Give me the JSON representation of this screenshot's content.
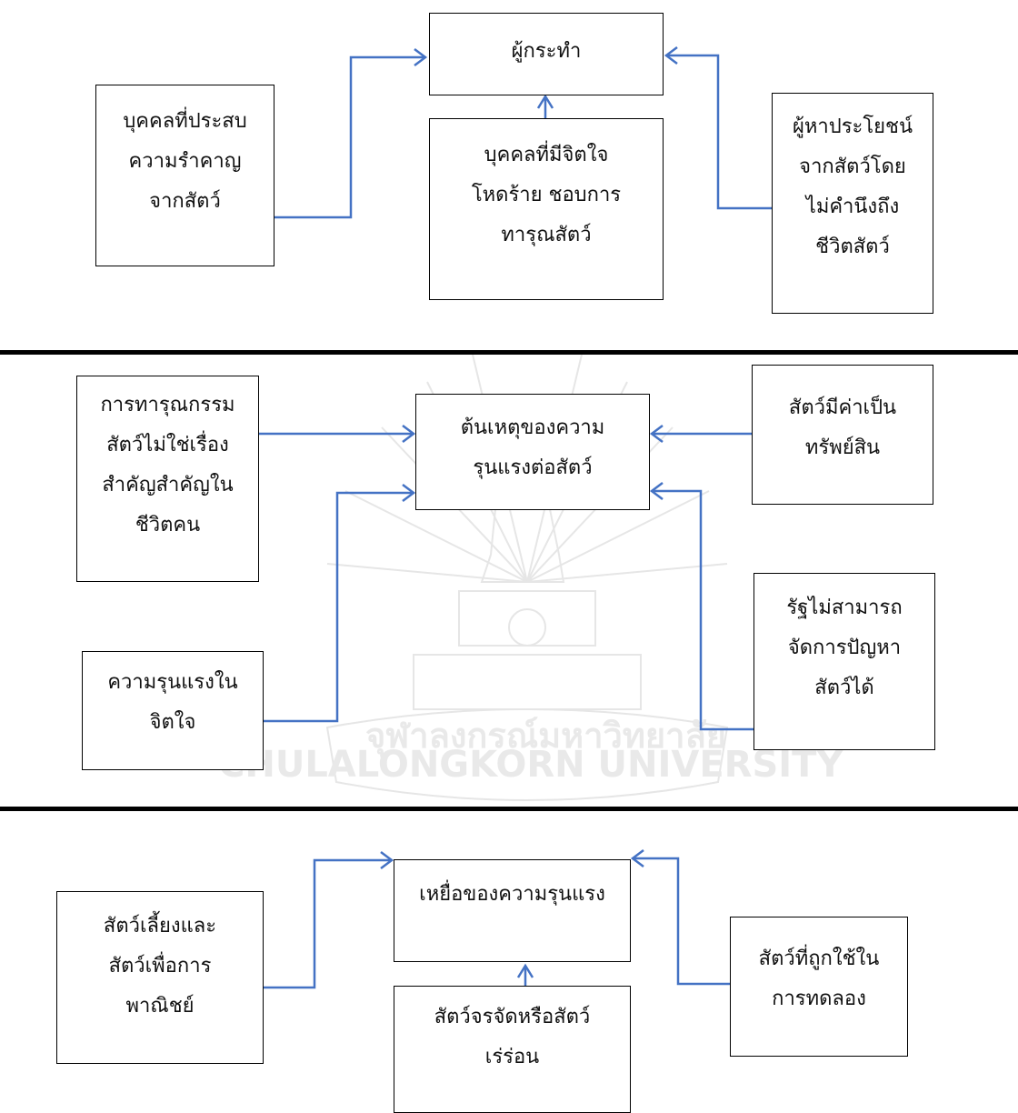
{
  "colors": {
    "connector": "#4472C4",
    "border": "#000000",
    "watermark": "#e6e6e6"
  },
  "watermark": {
    "icon": "university-crest-icon",
    "thai_name": "จุฬาลงกรณ์มหาวิทยาลัย",
    "english_name": "CHULALONGKORN UNIVERSITY"
  },
  "section1": {
    "center": [
      "ผู้กระทำ"
    ],
    "left": [
      "บุคคลที่ประสบ",
      "ความรำคาญ",
      "จากสัตว์"
    ],
    "bottom": [
      "บุคคลที่มีจิตใจ",
      "โหดร้าย ชอบการ",
      "ทารุณสัตว์"
    ],
    "right": [
      "ผู้หาประโยชน์",
      "จากสัตว์โดย",
      "ไม่คำนึงถึง",
      "ชีวิตสัตว์"
    ]
  },
  "section2": {
    "center": [
      "ต้นเหตุของความ",
      "รุนแรงต่อสัตว์"
    ],
    "left_top": [
      "การทารุณกรรม",
      "สัตว์ไม่ใช่เรื่อง",
      "สำคัญสำคัญใน",
      "ชีวิตคน"
    ],
    "left_bottom": [
      "ความรุนแรงใน",
      "จิตใจ"
    ],
    "right_top": [
      "สัตว์มีค่าเป็น",
      "ทรัพย์สิน"
    ],
    "right_bottom": [
      "รัฐไม่สามารถ",
      "จัดการปัญหา",
      "สัตว์ได้"
    ]
  },
  "section3": {
    "center": [
      "เหยื่อของความรุนแรง"
    ],
    "left": [
      "สัตว์เลี้ยงและ",
      "สัตว์เพื่อการ",
      "พาณิชย์"
    ],
    "bottom": [
      "สัตว์จรจัดหรือสัตว์",
      "เร่ร่อน"
    ],
    "right": [
      "สัตว์ที่ถูกใช้ใน",
      "การทดลอง"
    ]
  }
}
